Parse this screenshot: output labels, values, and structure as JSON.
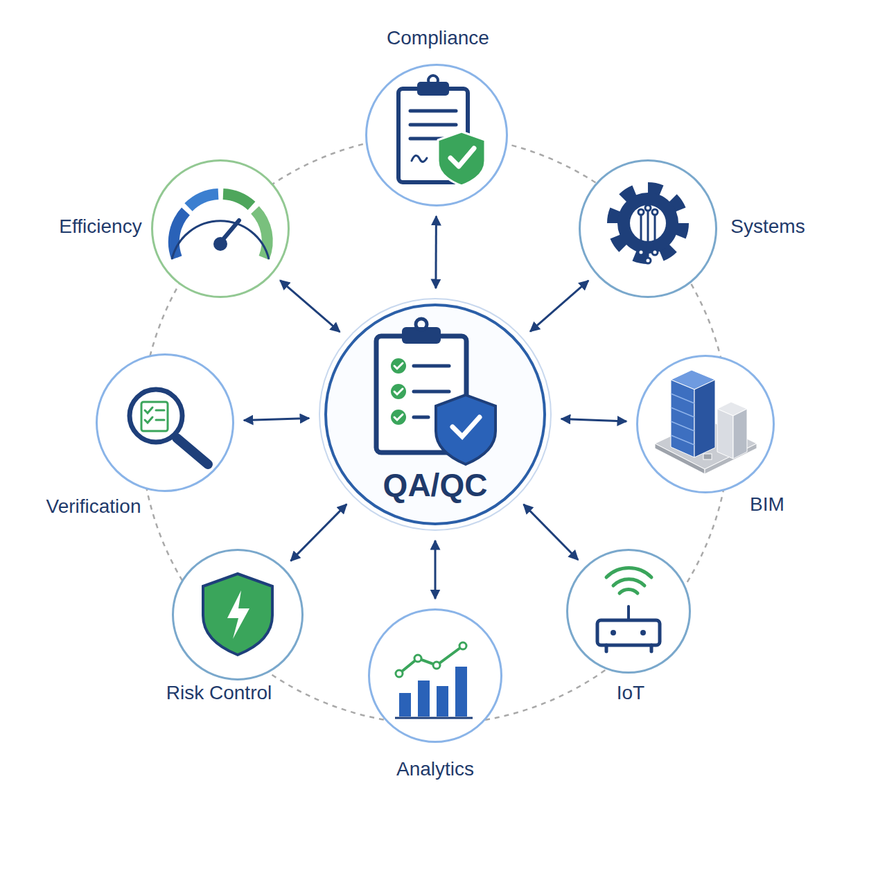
{
  "diagram": {
    "nodes": [
      {
        "text": [
          "Compliance"
        ]
      },
      {
        "text": [
          "Efficiency"
        ]
      },
      {
        "text": [
          "Systems"
        ]
      },
      {
        "text": [
          "Verification"
        ]
      },
      {
        "text": [
          "QA/QC"
        ]
      },
      {
        "text": [
          "BIM"
        ]
      },
      {
        "text": [
          "Risk Control"
        ]
      },
      {
        "text": [
          "IoT"
        ]
      },
      {
        "text": [
          "Analytics"
        ]
      }
    ],
    "edges": [
      {
        "from": 4,
        "to": 0,
        "arrow": "both"
      },
      {
        "from": 4,
        "to": 2,
        "arrow": "both"
      },
      {
        "from": 4,
        "to": 5,
        "arrow": "both"
      },
      {
        "from": 4,
        "to": 7,
        "arrow": "both"
      },
      {
        "from": 4,
        "to": 8,
        "arrow": "both"
      },
      {
        "from": 4,
        "to": 6,
        "arrow": "both"
      },
      {
        "from": 4,
        "to": 3,
        "arrow": "both"
      },
      {
        "from": 4,
        "to": 1,
        "arrow": "both"
      }
    ]
  }
}
